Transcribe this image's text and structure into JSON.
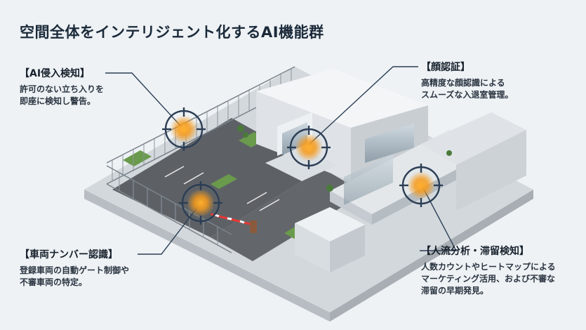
{
  "title": "空間全体をインテリジェント化するAI機能群",
  "callouts": {
    "intrusion": {
      "title": "【AI侵入検知】",
      "desc": [
        "許可のない立ち入りを",
        "即座に検知し警告。"
      ]
    },
    "face": {
      "title": "【顔認証】",
      "desc": [
        "高精度な顔認識による",
        "スムーズな入退室管理。"
      ]
    },
    "plate": {
      "title": "【車両ナンバー認識】",
      "desc": [
        "登録車両の自動ゲート制御や",
        "不審車両の特定。"
      ]
    },
    "flow": {
      "title": "【人流分析・滞留検知】",
      "desc": [
        "人数カウントやヒートマップによる",
        "マーケティング活用、および不審な",
        "滞留の早期発見。"
      ]
    }
  },
  "colors": {
    "background": "#eef2f5",
    "target": "#2c3e55",
    "hotspot": "#f59a1c",
    "building": "#e9ecef",
    "pavement": "#5d6166",
    "grass": "#6a9a4c"
  }
}
